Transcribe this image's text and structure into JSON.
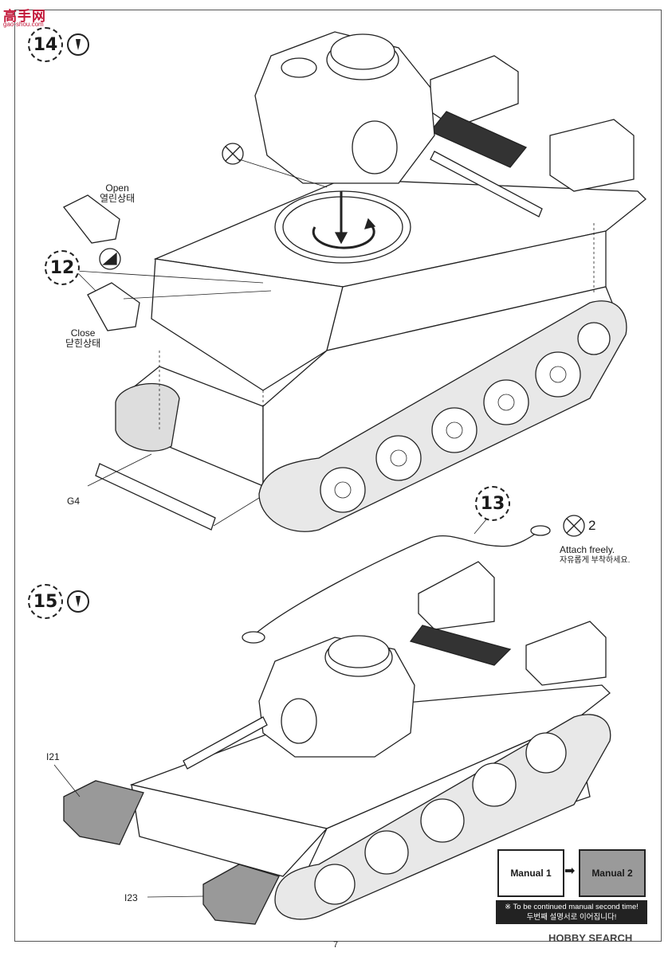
{
  "watermark": {
    "text": "高手网",
    "url": "gao-shou.com"
  },
  "steps": {
    "step14": "14",
    "step12": "12",
    "step13": "13",
    "step15": "15"
  },
  "open_label": {
    "en": "Open",
    "ko": "열린상태"
  },
  "close_label": {
    "en": "Close",
    "ko": "닫힌상태"
  },
  "parts": {
    "g4": "G4",
    "i21": "I21",
    "i23": "I23"
  },
  "attach": {
    "count": "2",
    "en": "Attach freely.",
    "ko": "자유롭게 부착하세요."
  },
  "manual": {
    "book1": "Manual 1",
    "book2": "Manual 2",
    "notice_en": "※ To be continued manual second time!",
    "notice_ko": "두번째 설명서로 이어집니다!"
  },
  "footer": {
    "brand": "HOBBY SEARCH",
    "page_number": "7"
  },
  "icons": [
    "glue-icon",
    "no-glue-icon",
    "open-close-icon",
    "rotate-arrow-icon"
  ]
}
